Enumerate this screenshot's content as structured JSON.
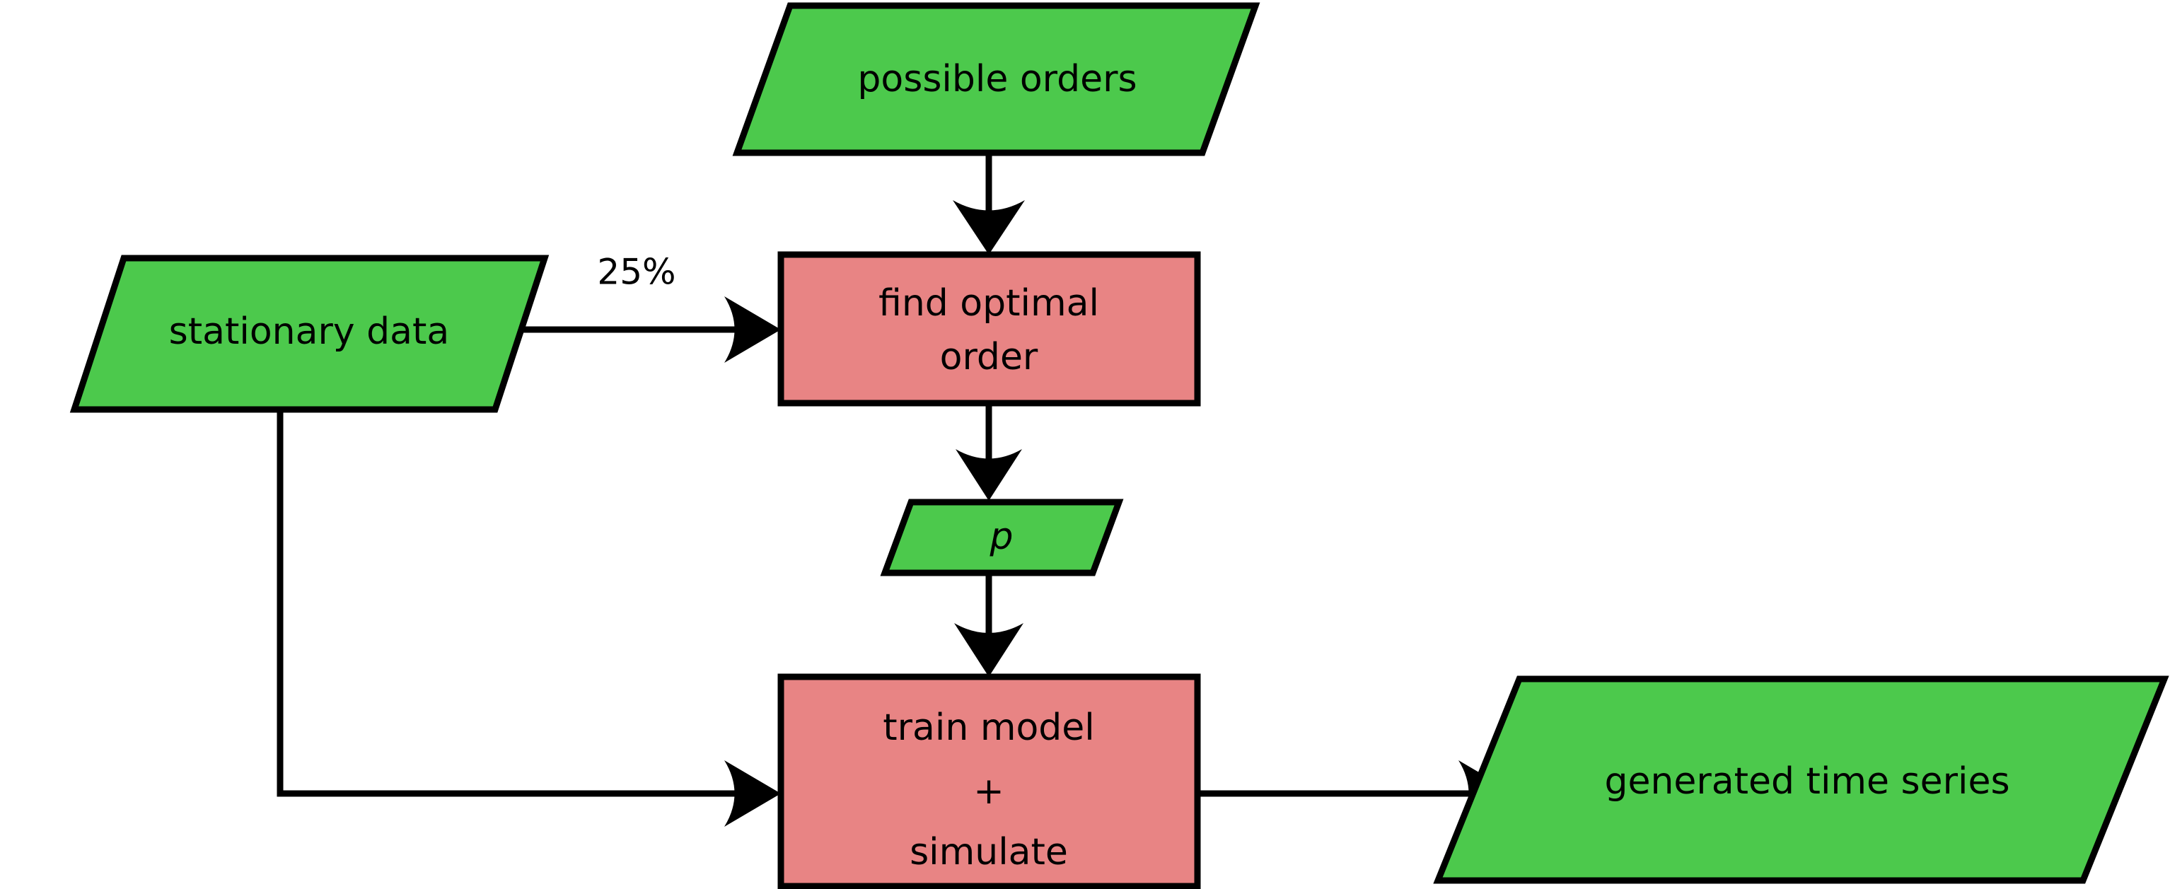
{
  "diagram": {
    "title": "time series modelling flowchart",
    "background": "#ffffff",
    "colors": {
      "data_node_fill": "#4CC94C",
      "process_node_fill": "#E88484",
      "stroke": "#000000",
      "label": "#000000"
    },
    "nodes": [
      {
        "id": "possible-orders",
        "label": "possible orders",
        "shape": "parallelogram",
        "role": "data",
        "fill": "#4CC94C"
      },
      {
        "id": "stationary-data",
        "label": "stationary data",
        "shape": "parallelogram",
        "role": "data",
        "fill": "#4CC94C"
      },
      {
        "id": "find-optimal-order",
        "label_line1": "find optimal",
        "label_line2": "order",
        "shape": "rectangle",
        "role": "process",
        "fill": "#E88484"
      },
      {
        "id": "p",
        "label": "p",
        "shape": "parallelogram",
        "role": "data",
        "fill": "#4CC94C",
        "italic": true
      },
      {
        "id": "train-model-simulate",
        "label_line1": "train model",
        "label_line2": "+",
        "label_line3": "simulate",
        "shape": "rectangle",
        "role": "process",
        "fill": "#E88484"
      },
      {
        "id": "generated-time-series",
        "label": "generated time series",
        "shape": "parallelogram",
        "role": "data",
        "fill": "#4CC94C"
      }
    ],
    "edges": [
      {
        "id": "possible-orders-to-find-optimal-order",
        "from": "possible orders",
        "to": "find optimal order",
        "label": ""
      },
      {
        "id": "stationary-data-to-find-optimal-order",
        "from": "stationary data",
        "to": "find optimal order",
        "label": "25%"
      },
      {
        "id": "find-optimal-order-to-p",
        "from": "find optimal order",
        "to": "p",
        "label": ""
      },
      {
        "id": "p-to-train-model",
        "from": "p",
        "to": "train model + simulate",
        "label": ""
      },
      {
        "id": "stationary-data-to-train-model",
        "from": "stationary data",
        "to": "train model + simulate",
        "label": ""
      },
      {
        "id": "train-model-to-generated-time-series",
        "from": "train model + simulate",
        "to": "generated time series",
        "label": ""
      }
    ]
  }
}
